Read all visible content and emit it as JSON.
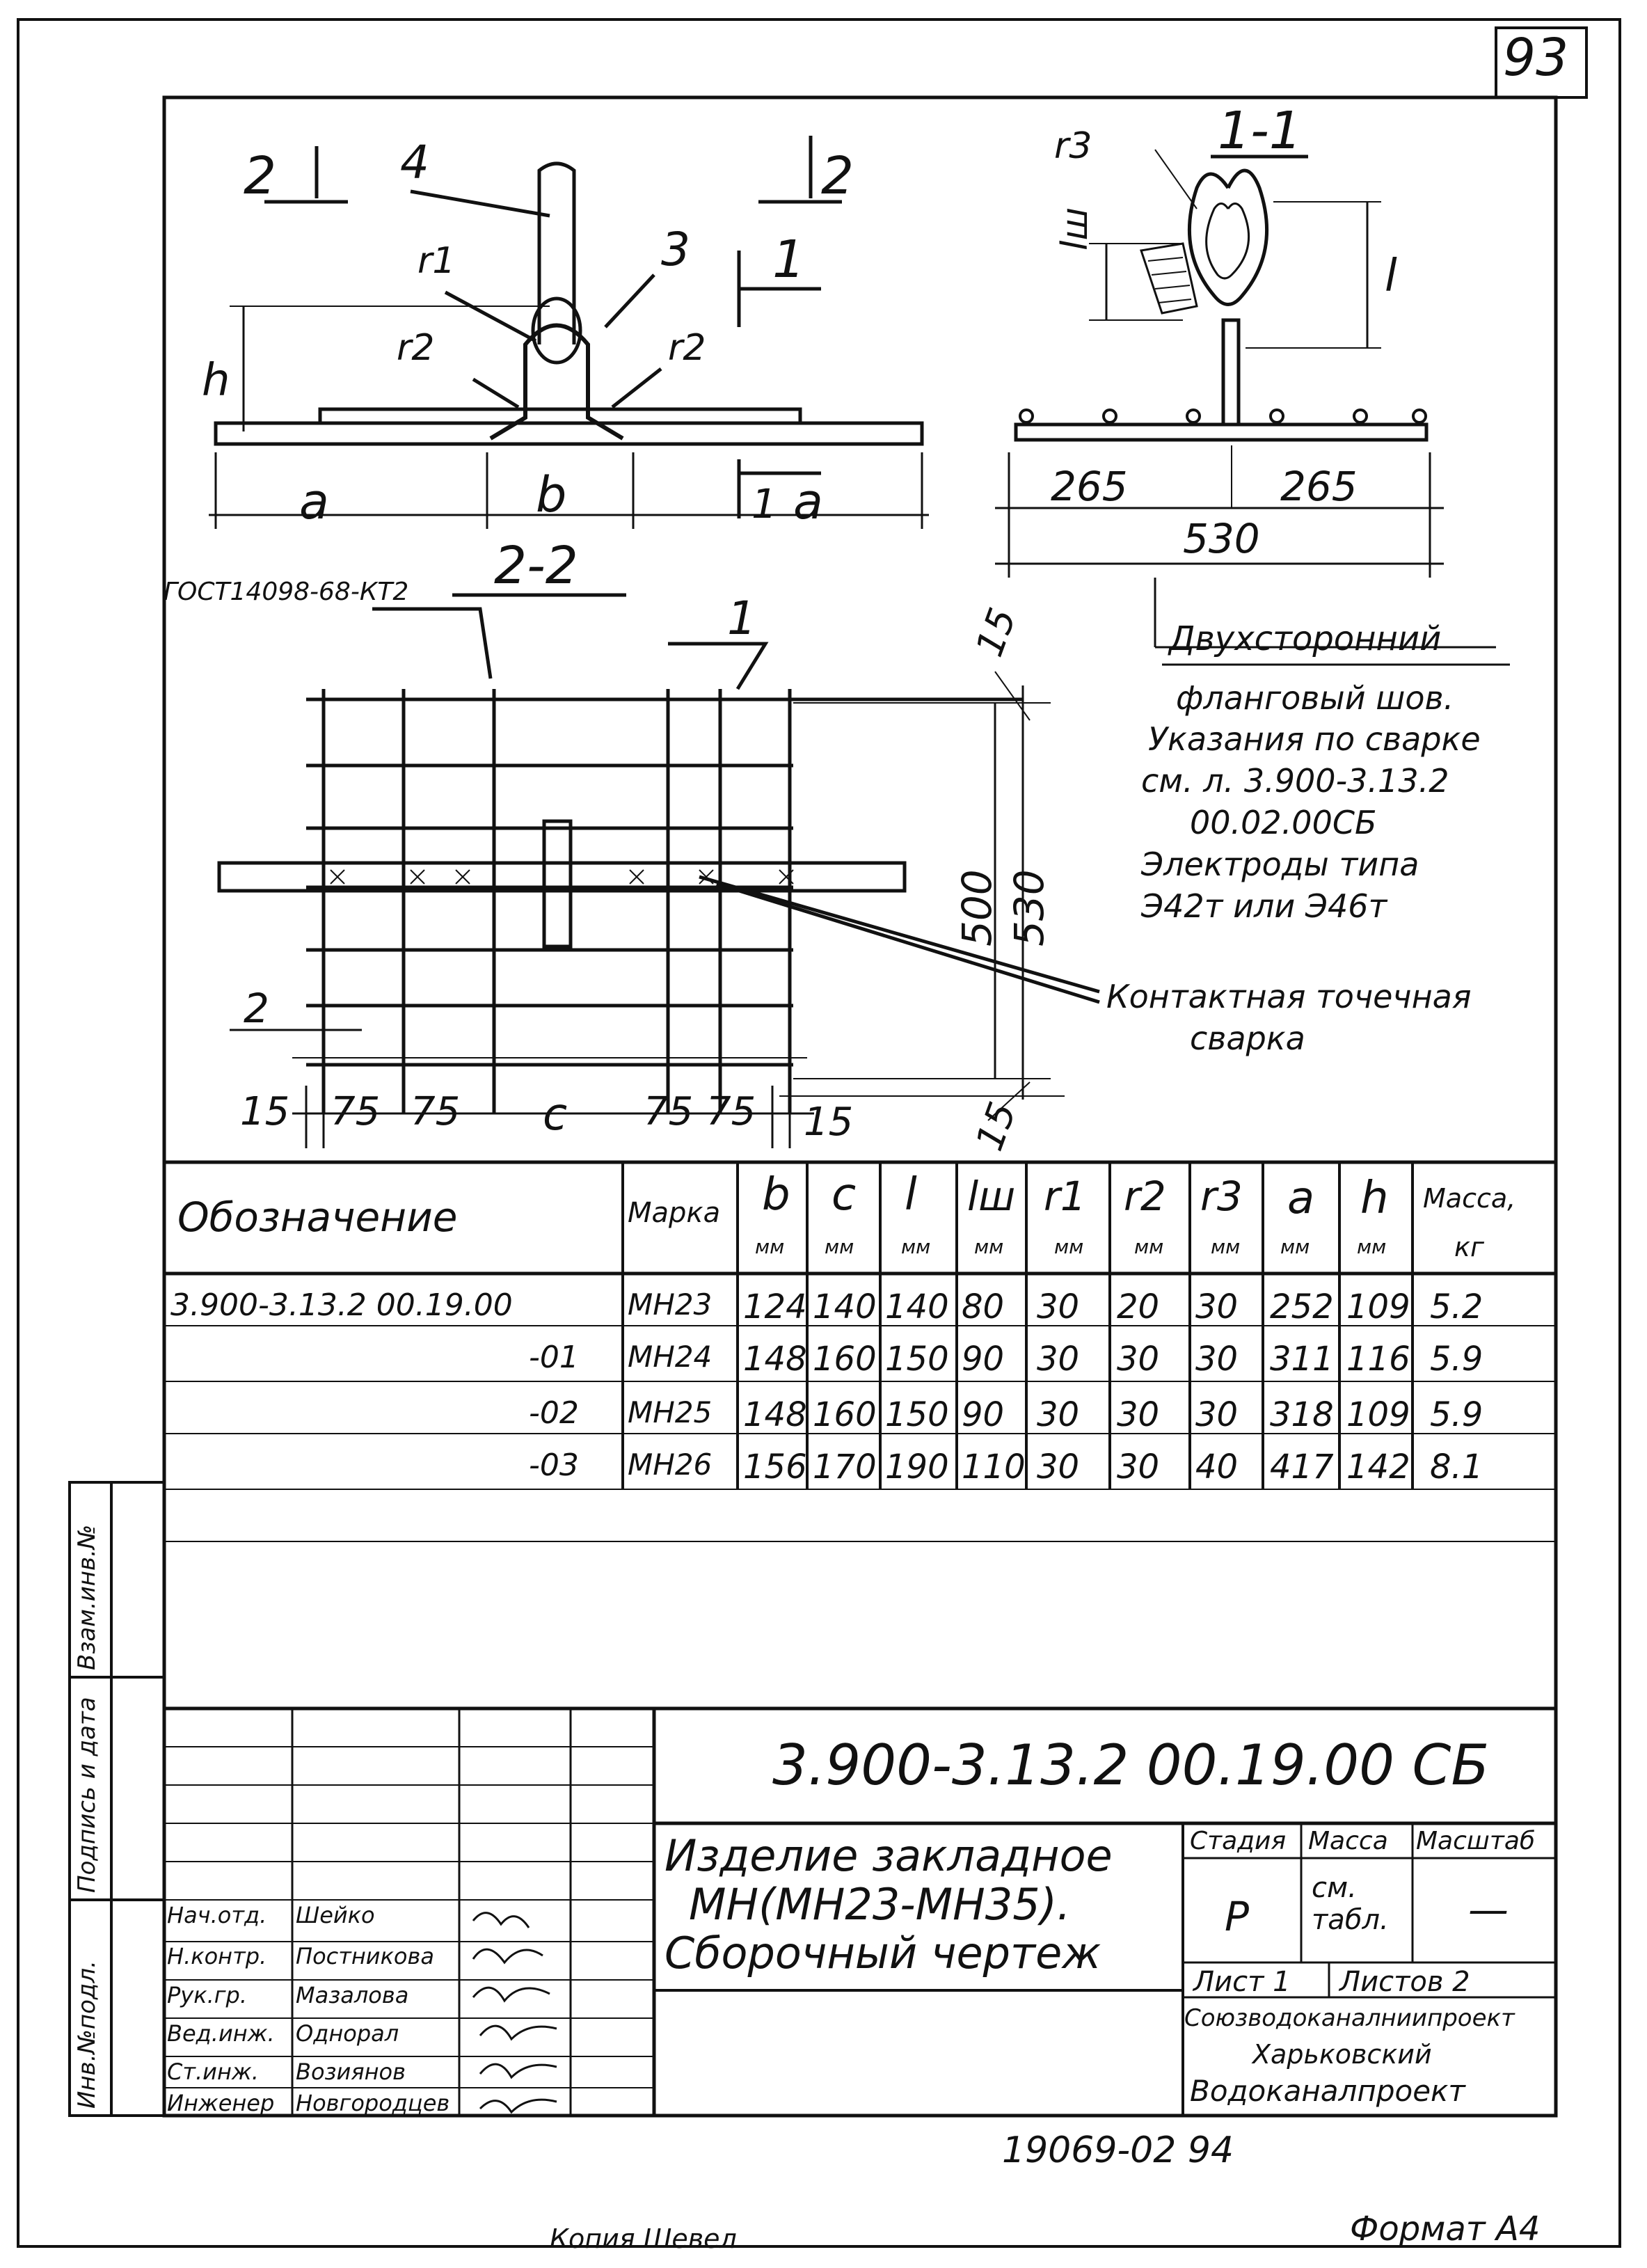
{
  "sheet_number": "93",
  "views": {
    "section_1_1": {
      "title": "1-1",
      "r3": "r3",
      "lsh": "lш",
      "l": "l",
      "dim_left": "265",
      "dim_right": "265",
      "dim_total": "530"
    },
    "front": {
      "cut_2_left": "2",
      "cut_2_right": "2",
      "cut_1_top": "1",
      "cut_1_bottom": "1",
      "label_4": "4",
      "label_3": "3",
      "r1": "r1",
      "r2_left": "r2",
      "r2_right": "r2",
      "h": "h",
      "a_left": "a",
      "b": "b",
      "a_right": "a"
    },
    "section_2_2": {
      "title": "2-2",
      "gost": "ГОСТ14098-68-КТ2",
      "label_1": "1",
      "label_2": "2",
      "dim_15_top": "15",
      "dim_500": "500",
      "dim_530": "530",
      "dim_15_bottom": "15",
      "bottom_dims": [
        "15",
        "75",
        "75",
        "c",
        "75",
        "75",
        "15"
      ]
    }
  },
  "notes": {
    "weld_title": "Двухсторонний",
    "weld_lines": [
      "фланговый шов.",
      "Указания по сварке",
      "см. л. 3.900-3.13.2",
      "00.02.00СБ",
      "Электроды типа",
      "Э42т или Э46т"
    ],
    "contact": [
      "Контактная точечная",
      "сварка"
    ]
  },
  "table": {
    "headers": [
      {
        "main": "Обозначение",
        "unit": ""
      },
      {
        "main": "Марка",
        "unit": ""
      },
      {
        "main": "b",
        "unit": "мм"
      },
      {
        "main": "c",
        "unit": "мм"
      },
      {
        "main": "l",
        "unit": "мм"
      },
      {
        "main": "lш",
        "unit": "мм"
      },
      {
        "main": "r1",
        "unit": "мм"
      },
      {
        "main": "r2",
        "unit": "мм"
      },
      {
        "main": "r3",
        "unit": "мм"
      },
      {
        "main": "a",
        "unit": "мм"
      },
      {
        "main": "h",
        "unit": "мм"
      },
      {
        "main": "Масса,",
        "unit": "кг"
      }
    ],
    "rows": [
      [
        "3.900-3.13.2  00.19.00",
        "МН23",
        "124",
        "140",
        "140",
        "80",
        "30",
        "20",
        "30",
        "252",
        "109",
        "5.2"
      ],
      [
        "-01",
        "МН24",
        "148",
        "160",
        "150",
        "90",
        "30",
        "30",
        "30",
        "311",
        "116",
        "5.9"
      ],
      [
        "-02",
        "МН25",
        "148",
        "160",
        "150",
        "90",
        "30",
        "30",
        "30",
        "318",
        "109",
        "5.9"
      ],
      [
        "-03",
        "МН26",
        "156",
        "170",
        "190",
        "110",
        "30",
        "30",
        "40",
        "417",
        "142",
        "8.1"
      ]
    ]
  },
  "side_stamp": [
    "Инв.№подл.",
    "Подпись и дата",
    "Взам.инв.№"
  ],
  "title_block": {
    "code": "3.900-3.13.2  00.19.00 СБ",
    "name_lines": [
      "Изделие закладное",
      "МН(МН23-МН35).",
      "Сборочный чертеж"
    ],
    "stage_header": "Стадия",
    "mass_header": "Масса",
    "scale_header": "Масштаб",
    "stage": "Р",
    "mass": "см. табл.",
    "scale": "—",
    "sheet": "Лист 1",
    "sheets": "Листов 2",
    "org": [
      "Союзводоканалниипроект",
      "Харьковский",
      "Водоканалпроект"
    ],
    "staff": [
      {
        "role": "Нач.отд.",
        "name": "Шейко"
      },
      {
        "role": "Н.контр.",
        "name": "Постникова"
      },
      {
        "role": "Рук.гр.",
        "name": "Мазалова"
      },
      {
        "role": "Вед.инж.",
        "name": "Однорал"
      },
      {
        "role": "Ст.инж.",
        "name": "Возиянов"
      },
      {
        "role": "Инженер",
        "name": "Новгородцев"
      }
    ]
  },
  "footer": {
    "number": "19069-02  94",
    "copy": "Копия Шевел",
    "format": "Формат А4"
  }
}
